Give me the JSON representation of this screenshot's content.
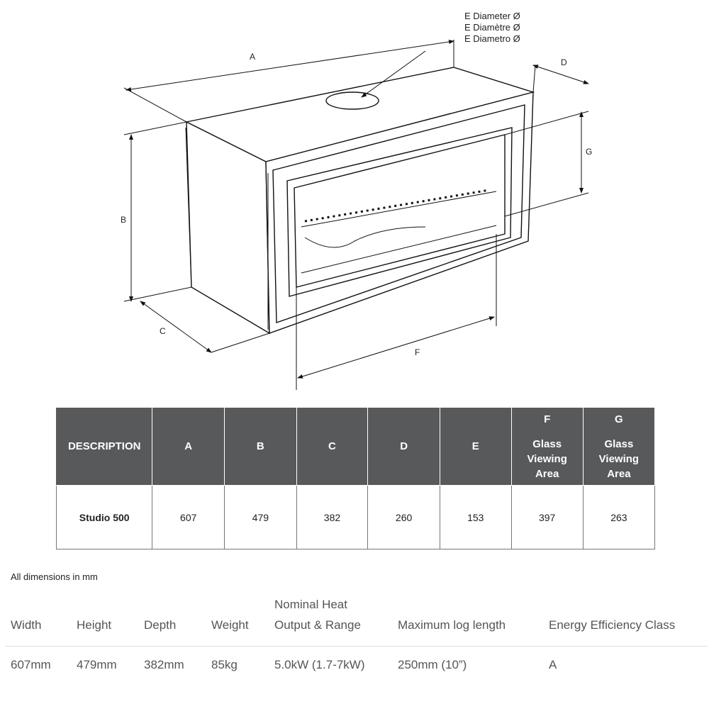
{
  "diagram": {
    "labels": {
      "a": "A",
      "b": "B",
      "c": "C",
      "d": "D",
      "f": "F",
      "g": "G"
    },
    "e_lines": [
      "E Diameter Ø",
      "E Diamètre Ø",
      "E Diametro Ø"
    ]
  },
  "dims_table": {
    "headers": [
      [
        "DESCRIPTION"
      ],
      [
        "A"
      ],
      [
        "B"
      ],
      [
        "C"
      ],
      [
        "D"
      ],
      [
        "E"
      ],
      [
        "F",
        "Glass",
        "Viewing",
        "Area"
      ],
      [
        "G",
        "Glass",
        "Viewing",
        "Area"
      ]
    ],
    "row": [
      "Studio 500",
      "607",
      "479",
      "382",
      "260",
      "153",
      "397",
      "263"
    ]
  },
  "note": "All dimensions in mm",
  "specs": {
    "headers": [
      "Width",
      "Height",
      "Depth",
      "Weight",
      "Nominal Heat",
      "Output & Range",
      "Maximum log length",
      "Energy Efficiency Class"
    ],
    "values": [
      "607mm",
      "479mm",
      "382mm",
      "85kg",
      "5.0kW (1.7-7kW)",
      "250mm (10”)",
      "A"
    ]
  }
}
